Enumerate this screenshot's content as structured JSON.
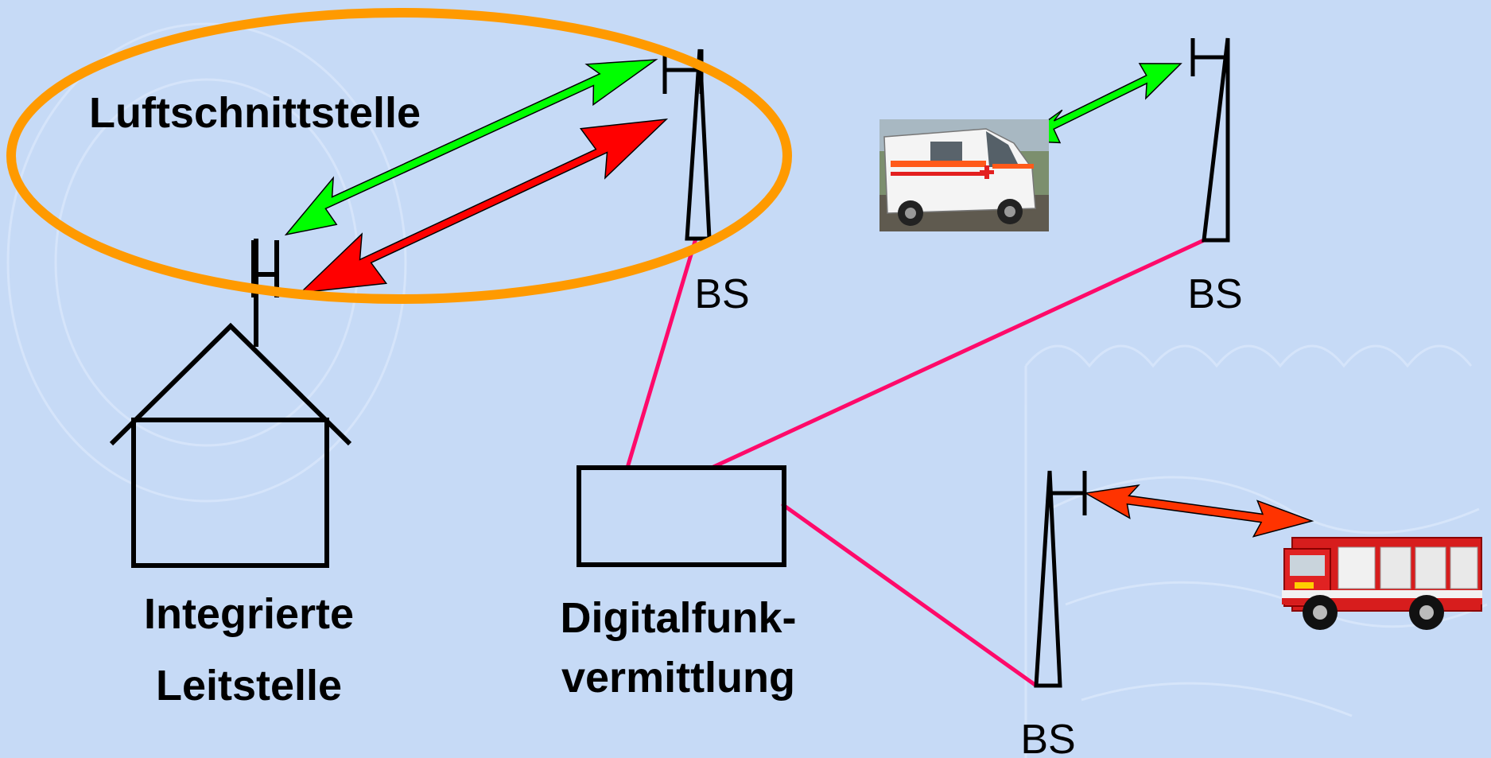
{
  "diagram": {
    "air_interface_label": "Luftschnittstelle",
    "control_center_label_line1": "Integrierte",
    "control_center_label_line2": "Leitstelle",
    "switching_label_line1": "Digitalfunk-",
    "switching_label_line2": "vermittlung",
    "base_station_label_1": "BS",
    "base_station_label_2": "BS",
    "base_station_label_3": "BS"
  },
  "colors": {
    "background": "#c6daf6",
    "ellipse": "#ff9a00",
    "link_line": "#ff0a6a",
    "arrow_green": "#00ff00",
    "arrow_red": "#ff0000",
    "arrow_orange_red": "#ff3300"
  },
  "icons": {
    "ambulance": "ambulance-vehicle-icon",
    "fire_truck": "fire-truck-icon"
  }
}
